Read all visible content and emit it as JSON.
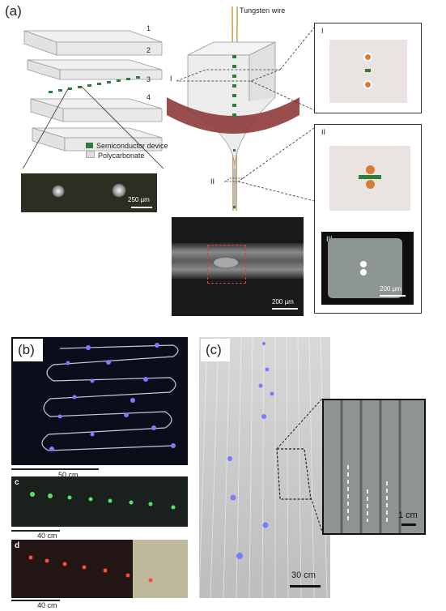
{
  "panel_a": {
    "label": "(a)",
    "layers": [
      "1",
      "2",
      "3",
      "4"
    ],
    "tungsten_label": "Tungsten wire",
    "marker_i": "I",
    "marker_ii": "II",
    "legend": {
      "device": "Semiconductor device",
      "polymer": "Polycarbonate"
    },
    "micro_scale": "250 µm",
    "inset_i": "I",
    "inset_ii": "II",
    "inset_iii": "III",
    "inset_iii_scale": "200 µm",
    "xray_scale": "200 µm"
  },
  "panel_b": {
    "label": "(b)",
    "blue_scale": "50 cm",
    "green_label": "c",
    "green_scale": "40 cm",
    "red_label": "d",
    "red_scale": "40 cm"
  },
  "panel_c": {
    "label": "(c)",
    "fabric_scale": "30 cm",
    "zoom_scale": "1 cm"
  },
  "colors": {
    "fiber_tan": "#c9a55a",
    "red_ring": "#8e3a3a",
    "device_green": "#2f7d3b",
    "glow_blue": "#7a7cff",
    "glow_green": "#59e06a",
    "glow_red": "#ff4a3a",
    "inset_bg": "#e9e4e1",
    "dot_orange": "#d77b3a"
  }
}
